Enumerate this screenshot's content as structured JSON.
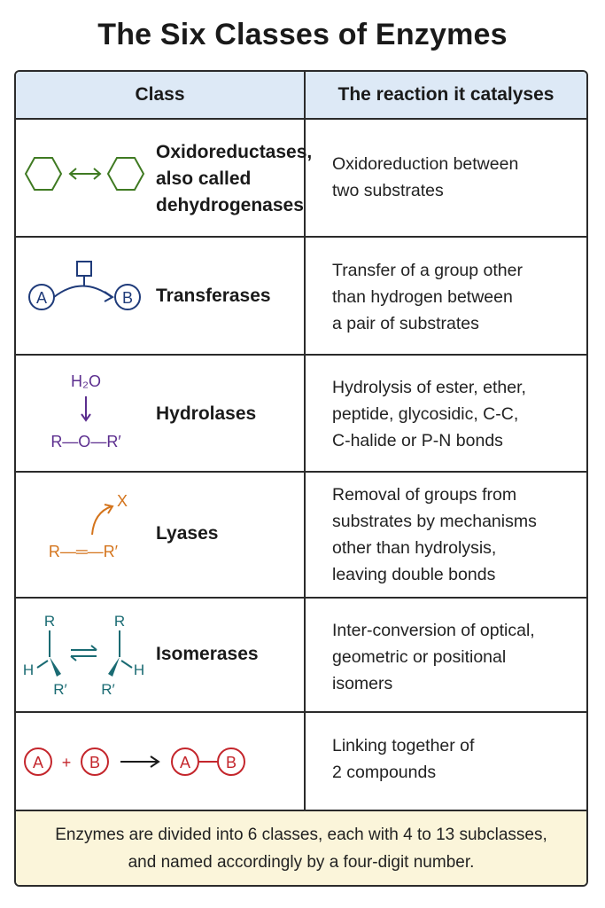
{
  "title": "The Six Classes of Enzymes",
  "header": {
    "col1": "Class",
    "col2": "The reaction it catalyses"
  },
  "rows": [
    {
      "name_lines": [
        "Oxidoreductases,",
        "also called",
        "dehydrogenases"
      ],
      "desc_lines": [
        "Oxidoreduction between",
        "two substrates"
      ],
      "icon": "hexagon-exchange-icon",
      "color": "#3f7a22"
    },
    {
      "name_lines": [
        "Transferases"
      ],
      "desc_lines": [
        "Transfer of a group other",
        "than hydrogen between",
        "a pair of substrates"
      ],
      "icon": "group-transfer-icon",
      "color": "#1f3b7a",
      "icon_labels": {
        "a": "A",
        "b": "B"
      }
    },
    {
      "name_lines": [
        "Hydrolases"
      ],
      "desc_lines": [
        "Hydrolysis of ester, ether,",
        "peptide, glycosidic, C-C,",
        "C-halide or P-N bonds"
      ],
      "icon": "hydrolysis-icon",
      "color": "#5b2d8e",
      "icon_labels": {
        "water": "H₂O",
        "bond": "R—O—R′"
      }
    },
    {
      "name_lines": [
        "Lyases"
      ],
      "desc_lines": [
        "Removal of groups from",
        "substrates by mechanisms",
        "other than hydrolysis,",
        "leaving double bonds"
      ],
      "icon": "group-removal-icon",
      "color": "#d4741c",
      "icon_labels": {
        "x": "X",
        "bond": "R—═—R′"
      }
    },
    {
      "name_lines": [
        "Isomerases"
      ],
      "desc_lines": [
        "Inter-conversion of optical,",
        "geometric or positional",
        "isomers"
      ],
      "icon": "isomer-equilibrium-icon",
      "color": "#1a6b73",
      "icon_labels": {
        "r": "R",
        "h": "H",
        "rp": "R′"
      }
    },
    {
      "name_lines": [],
      "desc_lines": [
        "Linking together of",
        "2 compounds"
      ],
      "icon": "ligation-icon",
      "color": "#c4262c",
      "icon_labels": {
        "a": "A",
        "b": "B",
        "plus": "+"
      }
    }
  ],
  "footer": {
    "lines": [
      "Enzymes are divided into 6 classes, each with 4 to 13 subclasses,",
      "and named accordingly by a four-digit number."
    ]
  }
}
